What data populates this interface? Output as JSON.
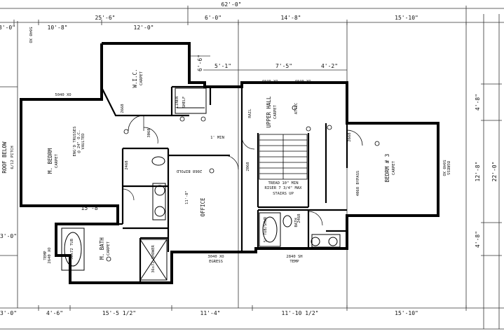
{
  "dimensions": {
    "top_overall": "62'-0\"",
    "top_row": [
      "3'-0\"",
      "10'-8\"",
      "25'-6\"",
      "12'-0\"",
      "6'-0\"",
      "14'-8\"",
      "15'-10\""
    ],
    "top_sub": [
      "5'-1\"",
      "7'-5\"",
      "4'-2\""
    ],
    "vertical_offset": "6'-6\"",
    "bottom_row": [
      "3'-0\"",
      "4'-6\"",
      "15'-5 1/2\"",
      "11'-4\"",
      "11'-10 1/2\"",
      "15'-10\""
    ],
    "right_side": [
      "4'-8\"",
      "12'-8\"",
      "4'-8\"",
      "22'-0\""
    ],
    "left_side": "3'-0\"",
    "wall_dim": "15'-8\""
  },
  "rooms": {
    "wic": {
      "name": "W.I.C.",
      "floor": "CARPET"
    },
    "m_bedrm": {
      "name": "M. BEDRM",
      "floor": "CARPET"
    },
    "m_bath": {
      "name": "M. BATH",
      "floor": "CARPET"
    },
    "office": {
      "name": "OFFICE",
      "floor": "11'-8\""
    },
    "upper_hall": {
      "name": "UPPER HALL",
      "floor": "CARPET"
    },
    "bedrm3": {
      "name": "BEDRM # 3",
      "floor": "CARPET"
    },
    "roof_below": "ROOF BELOW",
    "roof_pitch": "6/12 PITCH"
  },
  "notes": {
    "trusses": [
      "ENG'D TRUSSES",
      "@ 24\" O.C.",
      "VAULTED"
    ],
    "stairs": [
      "TREAD 10\" MIN",
      "RISER 7 3/4\" MAX",
      "STAIRS UP"
    ],
    "window_top": "5040 XO",
    "window_left": "5040 XO",
    "window_hall_a": "4040 XO",
    "window_hall_b": "4040 XO",
    "window_office": "3040 XO",
    "window_office_note": "EGRESS",
    "window_bath": "2840 SH",
    "window_bath_note": "TEMP",
    "window_bed3": "5040 XO",
    "window_bed3_note": "EGRESS",
    "window_temp": "TEMP",
    "window_temp_code": "2640 XO",
    "door_2668": "2668",
    "door_2068": "2068",
    "door_3068": "3068",
    "door_2468": "2468",
    "door_2068_bifold": "2068 BIFOLD",
    "bypass": "4068 BYPASS",
    "linen": "LINEN",
    "shelf": "SHELF",
    "tub": "36x72 TUB",
    "shower": "36x72 SHOWER",
    "tub_bath": "5' TUB/SHWR",
    "bath_label": "BATH",
    "hall_label": "ATTIC",
    "rail": "RAIL",
    "vent": "1' MIN"
  }
}
